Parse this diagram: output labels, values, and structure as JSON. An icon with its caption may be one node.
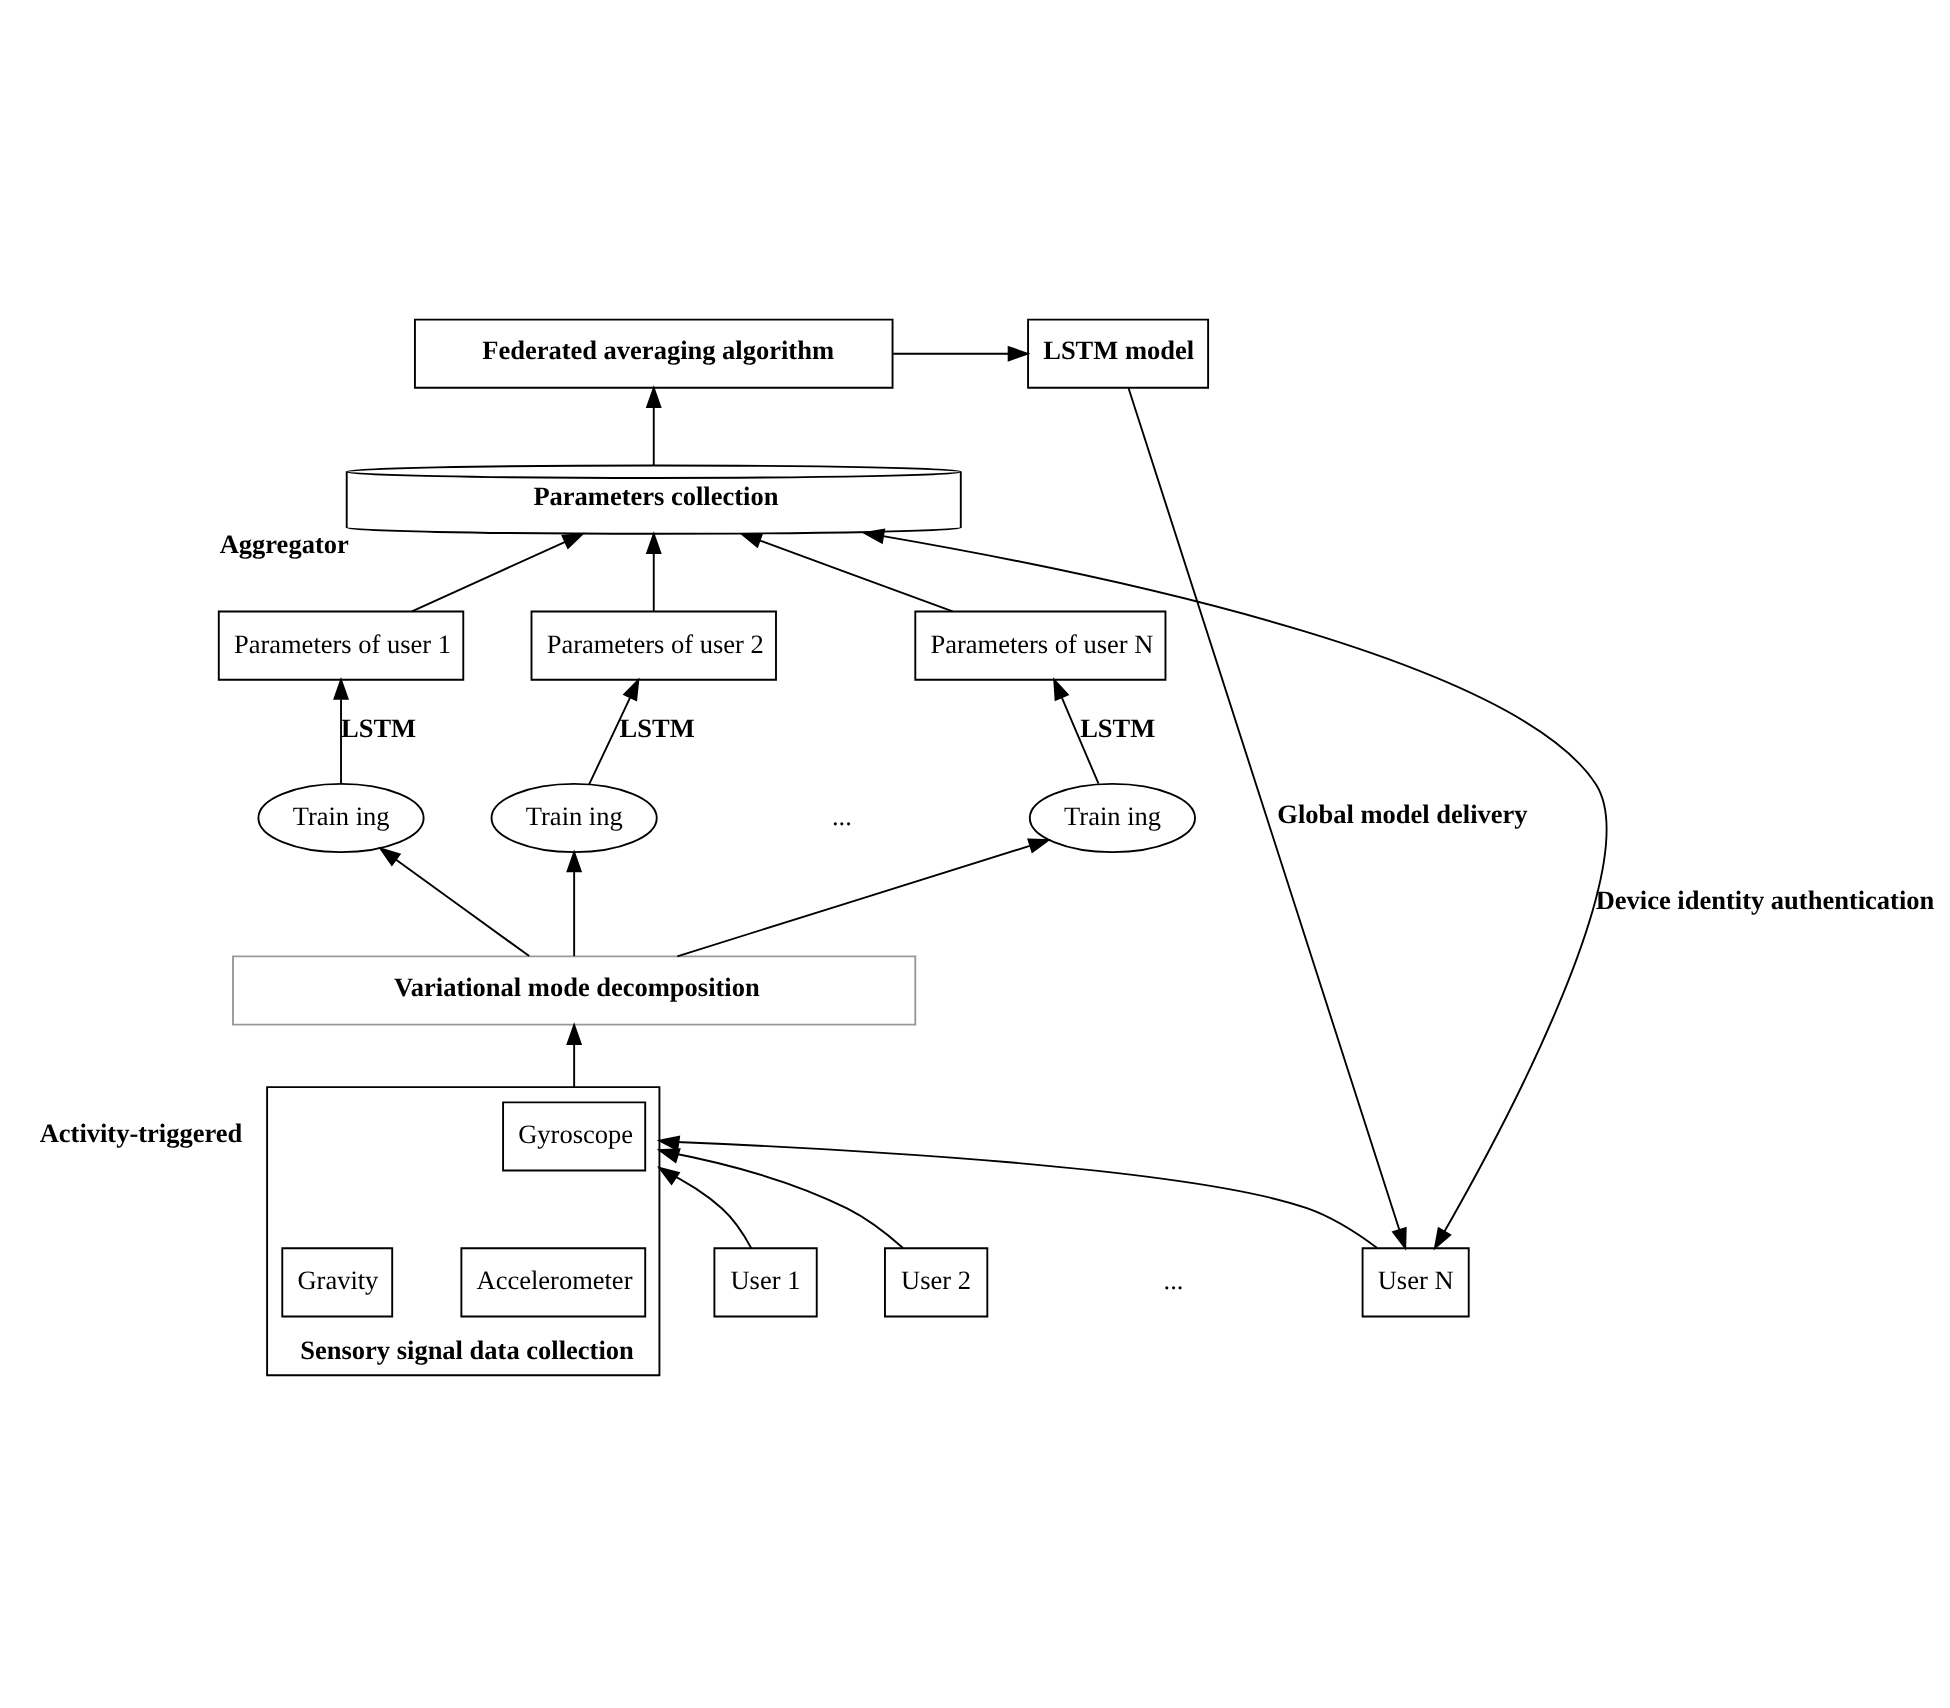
{
  "diagram": {
    "nodes": [
      {
        "text": [
          "Federated averaging algorithm"
        ]
      },
      {
        "text": [
          "LSTM model"
        ]
      },
      {
        "text": [
          "Parameters collection"
        ],
        "beside": [
          "Aggregator"
        ]
      },
      {
        "text": [
          "Parameters of user 1"
        ]
      },
      {
        "text": [
          "Parameters of user 2"
        ]
      },
      {
        "text": [
          "Parameters of user N"
        ]
      },
      {
        "text": [
          "Train ing"
        ]
      },
      {
        "text": [
          "Train ing"
        ]
      },
      {
        "text": [
          "Train ing"
        ]
      },
      {
        "text": [
          "Variational mode decomposition"
        ]
      },
      {
        "text": [
          "Sensory signal data collection"
        ]
      },
      {
        "text": [
          "Accelerometer"
        ],
        "in": 10
      },
      {
        "text": [
          "Gyroscope"
        ],
        "in": 10
      },
      {
        "text": [
          "Gravity"
        ],
        "in": 10
      },
      {
        "text": [
          "User 1"
        ]
      },
      {
        "text": [
          "User 2"
        ]
      },
      {
        "text": [
          "User N"
        ]
      }
    ],
    "edges": [
      {
        "from": 0,
        "to": 1,
        "arrow": "to"
      },
      {
        "from": 2,
        "to": 0,
        "arrow": "to"
      },
      {
        "from": 3,
        "to": 2,
        "arrow": "to"
      },
      {
        "from": 4,
        "to": 2,
        "arrow": "to"
      },
      {
        "from": 5,
        "to": 2,
        "arrow": "to"
      },
      {
        "from": 6,
        "to": 3,
        "arrow": "to",
        "label": "LSTM"
      },
      {
        "from": 7,
        "to": 4,
        "arrow": "to",
        "label": "LSTM"
      },
      {
        "from": 8,
        "to": 5,
        "arrow": "to",
        "label": "LSTM"
      },
      {
        "from": 9,
        "to": 6,
        "arrow": "to"
      },
      {
        "from": 9,
        "to": 7,
        "arrow": "to"
      },
      {
        "from": 9,
        "to": 8,
        "arrow": "to"
      },
      {
        "from": 10,
        "to": 9,
        "arrow": "to"
      },
      {
        "from": 14,
        "to": 10,
        "arrow": "to"
      },
      {
        "from": 15,
        "to": 10,
        "arrow": "to"
      },
      {
        "from": 16,
        "to": 10,
        "arrow": "to"
      },
      {
        "from": 16,
        "to": 2,
        "arrow": "both",
        "label": "Device identity authentication"
      },
      {
        "from": 1,
        "to": 16,
        "arrow": "to",
        "label": "Global model delivery"
      }
    ],
    "labels": [
      "...",
      "Activity-triggered",
      "..."
    ]
  }
}
